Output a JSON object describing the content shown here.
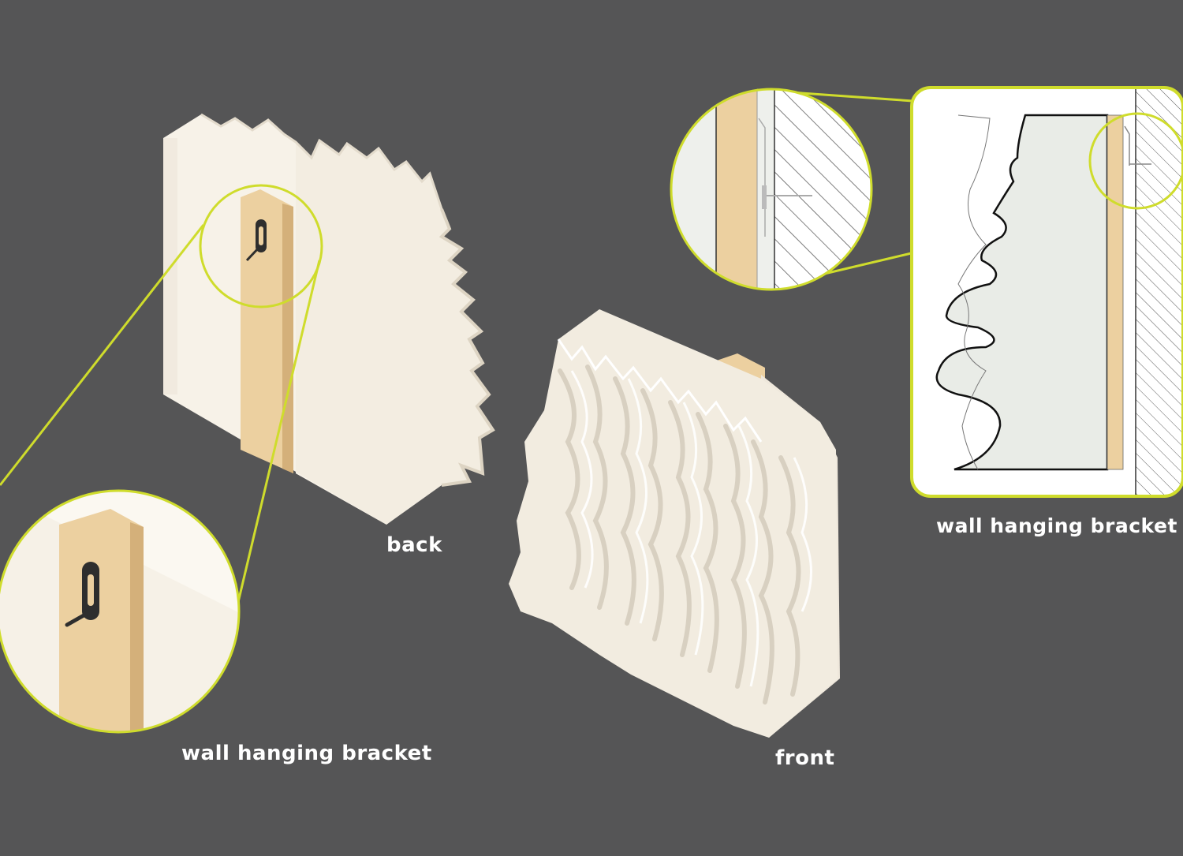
{
  "labels": {
    "back": "back",
    "front": "front",
    "bracket_left": "wall hanging bracket",
    "bracket_right": "wall hanging bracket"
  },
  "colors": {
    "background": "#555556",
    "panel": "#f7f1e6",
    "panel_shade": "#ece4d4",
    "panel_dark": "#d9d1c3",
    "wood": "#ecd0a0",
    "wood_dark": "#d6b47f",
    "callout": "#cfdc2c",
    "wall_hatch": "#444444",
    "section_fill": "#e9ece7"
  }
}
